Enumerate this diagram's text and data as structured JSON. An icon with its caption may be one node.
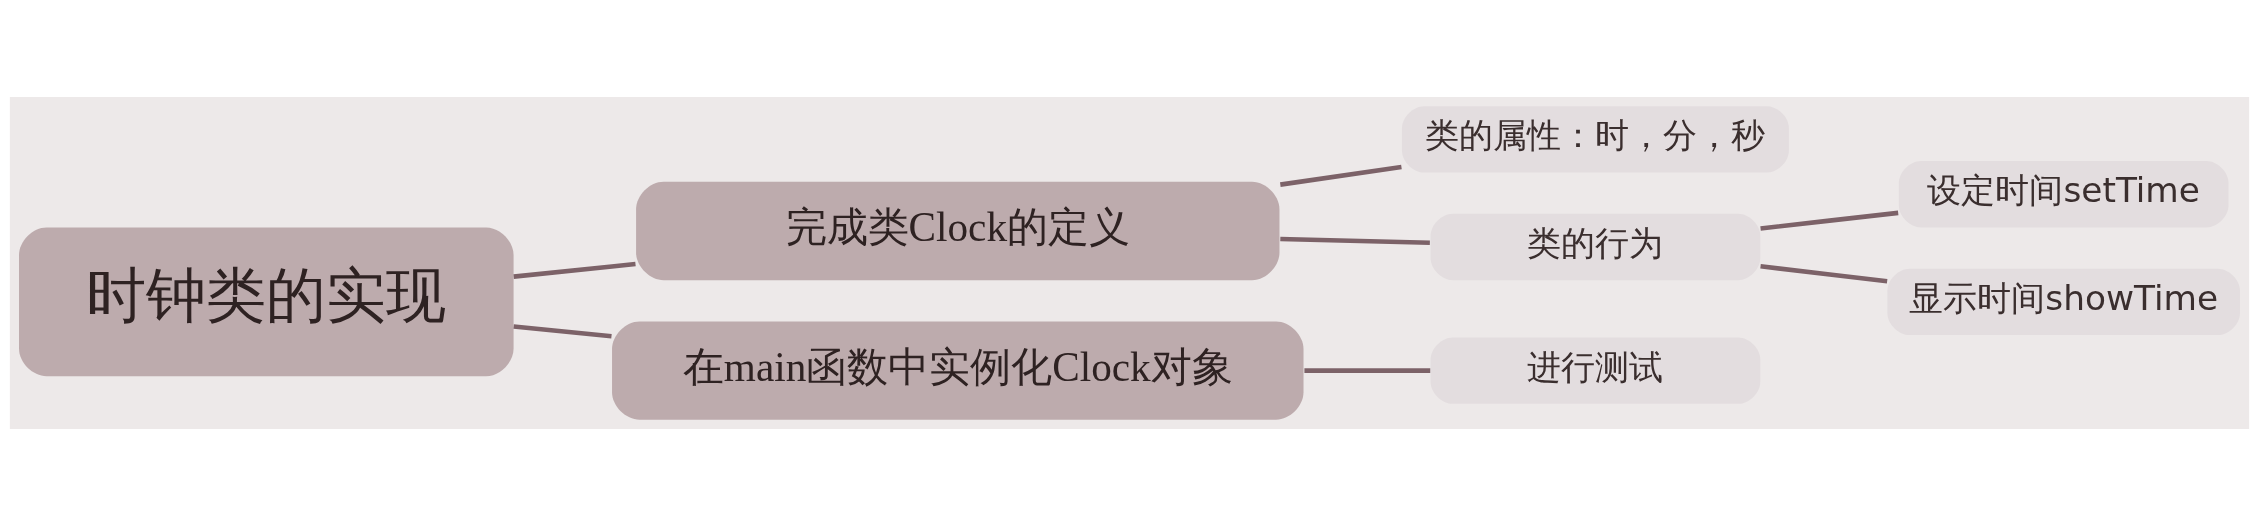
{
  "diagram": {
    "nodes": [
      {
        "text": [
          "时钟类的实现"
        ]
      },
      {
        "text": [
          "完成类Clock的定义"
        ]
      },
      {
        "text": [
          "在main函数中实例化Clock对象"
        ]
      },
      {
        "text": [
          "类的属性：时，分，秒"
        ]
      },
      {
        "text": [
          "类的行为"
        ]
      },
      {
        "text": [
          "设定时间setTime"
        ]
      },
      {
        "text": [
          "显示时间showTime"
        ]
      },
      {
        "text": [
          "进行测试"
        ]
      }
    ],
    "edges": [
      {
        "from": 0,
        "to": 1,
        "arrow": "none"
      },
      {
        "from": 0,
        "to": 2,
        "arrow": "none"
      },
      {
        "from": 1,
        "to": 3,
        "arrow": "none"
      },
      {
        "from": 1,
        "to": 4,
        "arrow": "none"
      },
      {
        "from": 4,
        "to": 5,
        "arrow": "none"
      },
      {
        "from": 4,
        "to": 6,
        "arrow": "none"
      },
      {
        "from": 2,
        "to": 7,
        "arrow": "none"
      }
    ]
  }
}
